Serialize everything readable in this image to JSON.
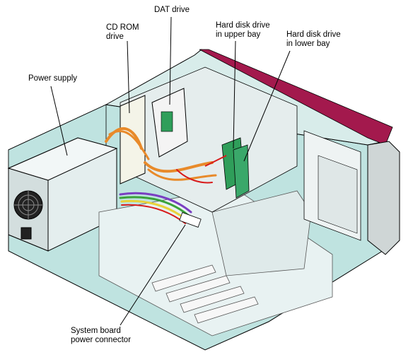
{
  "labels": {
    "dat_drive": "DAT drive",
    "cd_rom_line1": "CD ROM",
    "cd_rom_line2": "drive",
    "hdd_upper_line1": "Hard disk drive",
    "hdd_upper_line2": "in upper bay",
    "hdd_lower_line1": "Hard disk drive",
    "hdd_lower_line2": "in lower bay",
    "power_supply": "Power supply",
    "sysboard_line1": "System board",
    "sysboard_line2": "power connector"
  },
  "colors": {
    "chassis_fill": "#bfe3e0",
    "chassis_outline": "#000000",
    "bezel": "#a3194d",
    "cable_orange": "#e88a2a",
    "cable_red": "#d81b1b",
    "cable_purple": "#7a3ec2",
    "cable_green": "#3aa33a",
    "cable_yellow": "#e8d23a",
    "board_green": "#2f9e5a",
    "panel_gray": "#cfd6d6"
  }
}
